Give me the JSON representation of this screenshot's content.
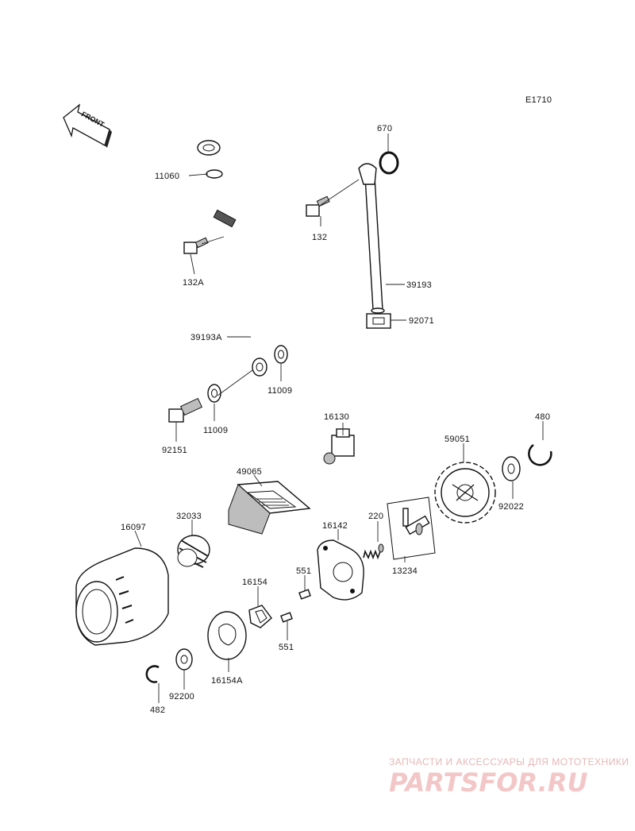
{
  "diagram_code": "E1710",
  "front_label": "FRONT",
  "parts": [
    {
      "id": "p670",
      "label": "670"
    },
    {
      "id": "p11060",
      "label": "11060"
    },
    {
      "id": "p132",
      "label": "132"
    },
    {
      "id": "p132A",
      "label": "132A"
    },
    {
      "id": "p39193",
      "label": "39193"
    },
    {
      "id": "p39193A",
      "label": "39193A"
    },
    {
      "id": "p92071",
      "label": "92071"
    },
    {
      "id": "p11009a",
      "label": "11009"
    },
    {
      "id": "p11009b",
      "label": "11009"
    },
    {
      "id": "p92151",
      "label": "92151"
    },
    {
      "id": "p16130",
      "label": "16130"
    },
    {
      "id": "p480",
      "label": "480"
    },
    {
      "id": "p59051",
      "label": "59051"
    },
    {
      "id": "p49065",
      "label": "49065"
    },
    {
      "id": "p92022",
      "label": "92022"
    },
    {
      "id": "p16097",
      "label": "16097"
    },
    {
      "id": "p32033",
      "label": "32033"
    },
    {
      "id": "p220",
      "label": "220"
    },
    {
      "id": "p16142",
      "label": "16142"
    },
    {
      "id": "p13234",
      "label": "13234"
    },
    {
      "id": "p551a",
      "label": "551"
    },
    {
      "id": "p16154",
      "label": "16154"
    },
    {
      "id": "p551b",
      "label": "551"
    },
    {
      "id": "p16154A",
      "label": "16154A"
    },
    {
      "id": "p92200",
      "label": "92200"
    },
    {
      "id": "p482",
      "label": "482"
    }
  ],
  "watermark": {
    "subtitle": "ЗАПЧАСТИ И АКСЕССУАРЫ ДЛЯ МОТОТЕХНИКИ",
    "brand": "PARTSFOR.RU"
  }
}
